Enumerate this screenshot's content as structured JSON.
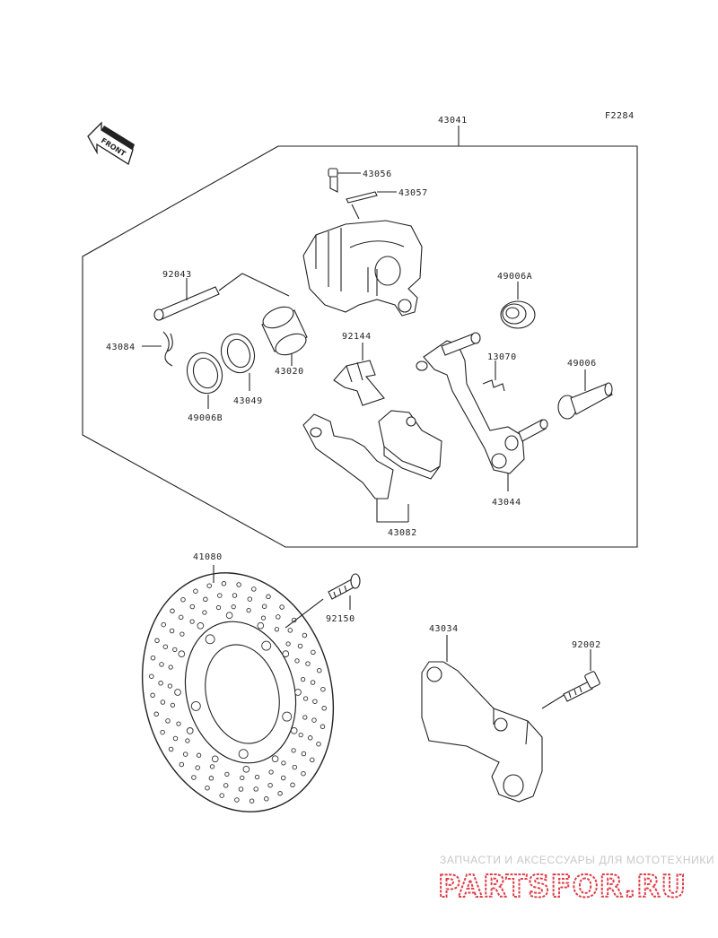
{
  "figure_code": "F2284",
  "front_label": "FRONT",
  "parts": {
    "p43041": "43041",
    "p43056": "43056",
    "p43057": "43057",
    "p92043": "92043",
    "p49006A": "49006A",
    "p43084": "43084",
    "p92144": "92144",
    "p13070": "13070",
    "p43020": "43020",
    "p43049": "43049",
    "p49006B": "49006B",
    "p49006": "49006",
    "p43044": "43044",
    "p43082": "43082",
    "p41080": "41080",
    "p92150": "92150",
    "p43034": "43034",
    "p92002": "92002"
  },
  "watermark": {
    "tagline": "ЗАПЧАСТИ И АКСЕССУАРЫ ДЛЯ МОТОТЕХНИКИ",
    "brand": "PARTSFOR.RU",
    "brand_color": "#e0404a"
  }
}
